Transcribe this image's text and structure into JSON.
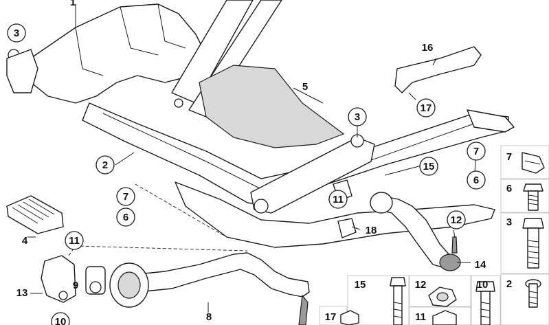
{
  "callouts": {
    "c1": "1",
    "c2": "2",
    "c3a": "3",
    "c3b": "3",
    "c4": "4",
    "c5": "5",
    "c6a": "6",
    "c6b": "6",
    "c7a": "7",
    "c7b": "7",
    "c8": "8",
    "c9": "9",
    "c10": "10",
    "c11a": "11",
    "c11b": "11",
    "c12": "12",
    "c13": "13",
    "c14": "14",
    "c15": "15",
    "c16": "16",
    "c17a": "17",
    "c18": "18"
  },
  "sidebar": {
    "items": [
      {
        "label": "7",
        "icon": "clip-nut-icon"
      },
      {
        "label": "6",
        "icon": "hex-bolt-short-icon"
      },
      {
        "label": "3",
        "icon": "hex-bolt-long-icon"
      },
      {
        "label": "2",
        "icon": "screw-icon"
      }
    ]
  },
  "bottom_row": {
    "items": [
      {
        "label": "15",
        "icon": "long-bolt-icon"
      },
      {
        "label": "12",
        "icon": "hex-nut-icon"
      },
      {
        "label": "10",
        "icon": "flange-bolt-icon"
      },
      {
        "label": "17",
        "icon": "small-nut-icon"
      },
      {
        "label": "11",
        "icon": "nut-icon"
      }
    ]
  }
}
